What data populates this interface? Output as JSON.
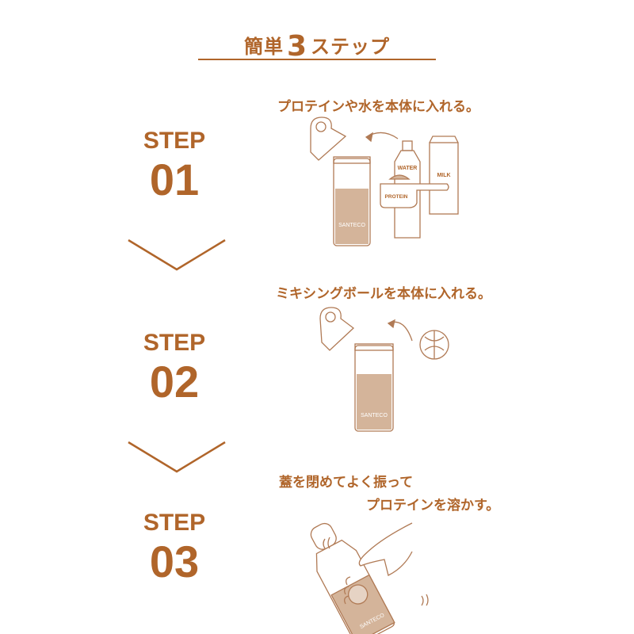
{
  "header": {
    "title_prefix": "簡単",
    "title_number": "3",
    "title_suffix": "ステップ"
  },
  "steps": [
    {
      "label": "STEP",
      "number": "01",
      "caption": "プロテインや水を本体に入れる。",
      "illustration_labels": {
        "bottle": "WATER",
        "carton": "MILK",
        "scoop": "PROTEIN",
        "brand": "SANTECO"
      }
    },
    {
      "label": "STEP",
      "number": "02",
      "caption": "ミキシングボールを本体に入れる。",
      "illustration_labels": {
        "brand": "SANTECO"
      }
    },
    {
      "label": "STEP",
      "number": "03",
      "caption_line1": "蓋を閉めてよく振って",
      "caption_line2": "プロテインを溶かす。",
      "illustration_labels": {
        "brand": "SANTECO"
      }
    }
  ],
  "colors": {
    "accent": "#b0652a",
    "fill": "#d4b49a",
    "line": "#b07a55"
  }
}
